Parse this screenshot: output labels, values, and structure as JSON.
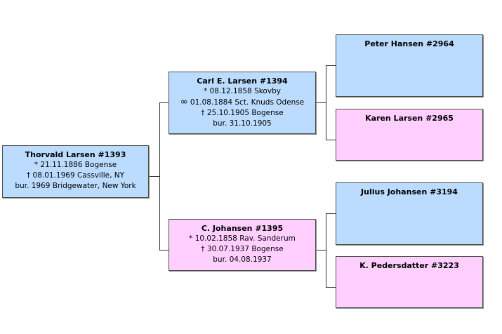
{
  "root": {
    "name": "Thorvald Larsen  #1393",
    "lines": [
      {
        "sym": "*",
        "text": "21.11.1886  Bogense"
      },
      {
        "sym": "†",
        "text": "08.01.1969  Cassville, NY"
      },
      {
        "sym": "",
        "text": "bur. 1969  Bridgewater, New York"
      }
    ]
  },
  "father": {
    "name": "Carl E. Larsen  #1394",
    "lines": [
      {
        "sym": "*",
        "text": "08.12.1858  Skovby"
      },
      {
        "sym": "∞",
        "text": "01.08.1884  Sct. Knuds Odense"
      },
      {
        "sym": "†",
        "text": "25.10.1905  Bogense"
      },
      {
        "sym": "",
        "text": "bur. 31.10.1905"
      }
    ]
  },
  "mother": {
    "name": "C. Johansen  #1395",
    "lines": [
      {
        "sym": "*",
        "text": "10.02.1858  Rav. Sanderum"
      },
      {
        "sym": "†",
        "text": "30.07.1937  Bogense"
      },
      {
        "sym": "",
        "text": "bur. 04.08.1937"
      }
    ]
  },
  "pat_grandfather": {
    "name": "Peter Hansen  #2964"
  },
  "pat_grandmother": {
    "name": "Karen Larsen  #2965"
  },
  "mat_grandfather": {
    "name": "Julius Johansen  #3194"
  },
  "mat_grandmother": {
    "name": "K. Pedersdatter  #3223"
  }
}
